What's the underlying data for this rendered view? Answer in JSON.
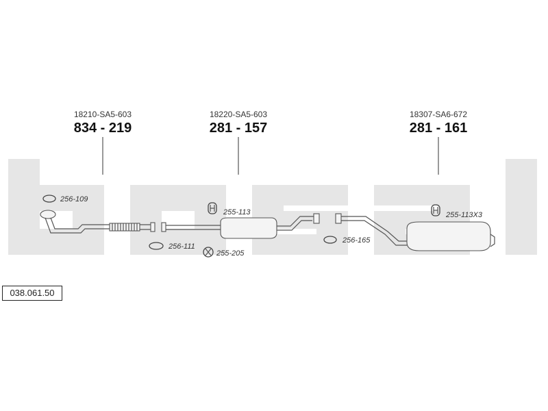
{
  "watermark": "bosal",
  "catalog_code": "038.061.50",
  "parts": [
    {
      "oem": "18210-SA5-603",
      "number": "834 - 219"
    },
    {
      "oem": "18220-SA5-603",
      "number": "281 - 157"
    },
    {
      "oem": "18307-SA6-672",
      "number": "281 - 161"
    }
  ],
  "fittings": [
    {
      "ref": "256-109",
      "icon": "gasket-ring-icon"
    },
    {
      "ref": "256-111",
      "icon": "gasket-ring-icon"
    },
    {
      "ref": "255-205",
      "icon": "spring-clip-icon"
    },
    {
      "ref": "255-113",
      "icon": "rubber-hanger-icon"
    },
    {
      "ref": "256-165",
      "icon": "gasket-ring-icon"
    },
    {
      "ref": "255-113X3",
      "icon": "rubber-hanger-icon"
    }
  ]
}
